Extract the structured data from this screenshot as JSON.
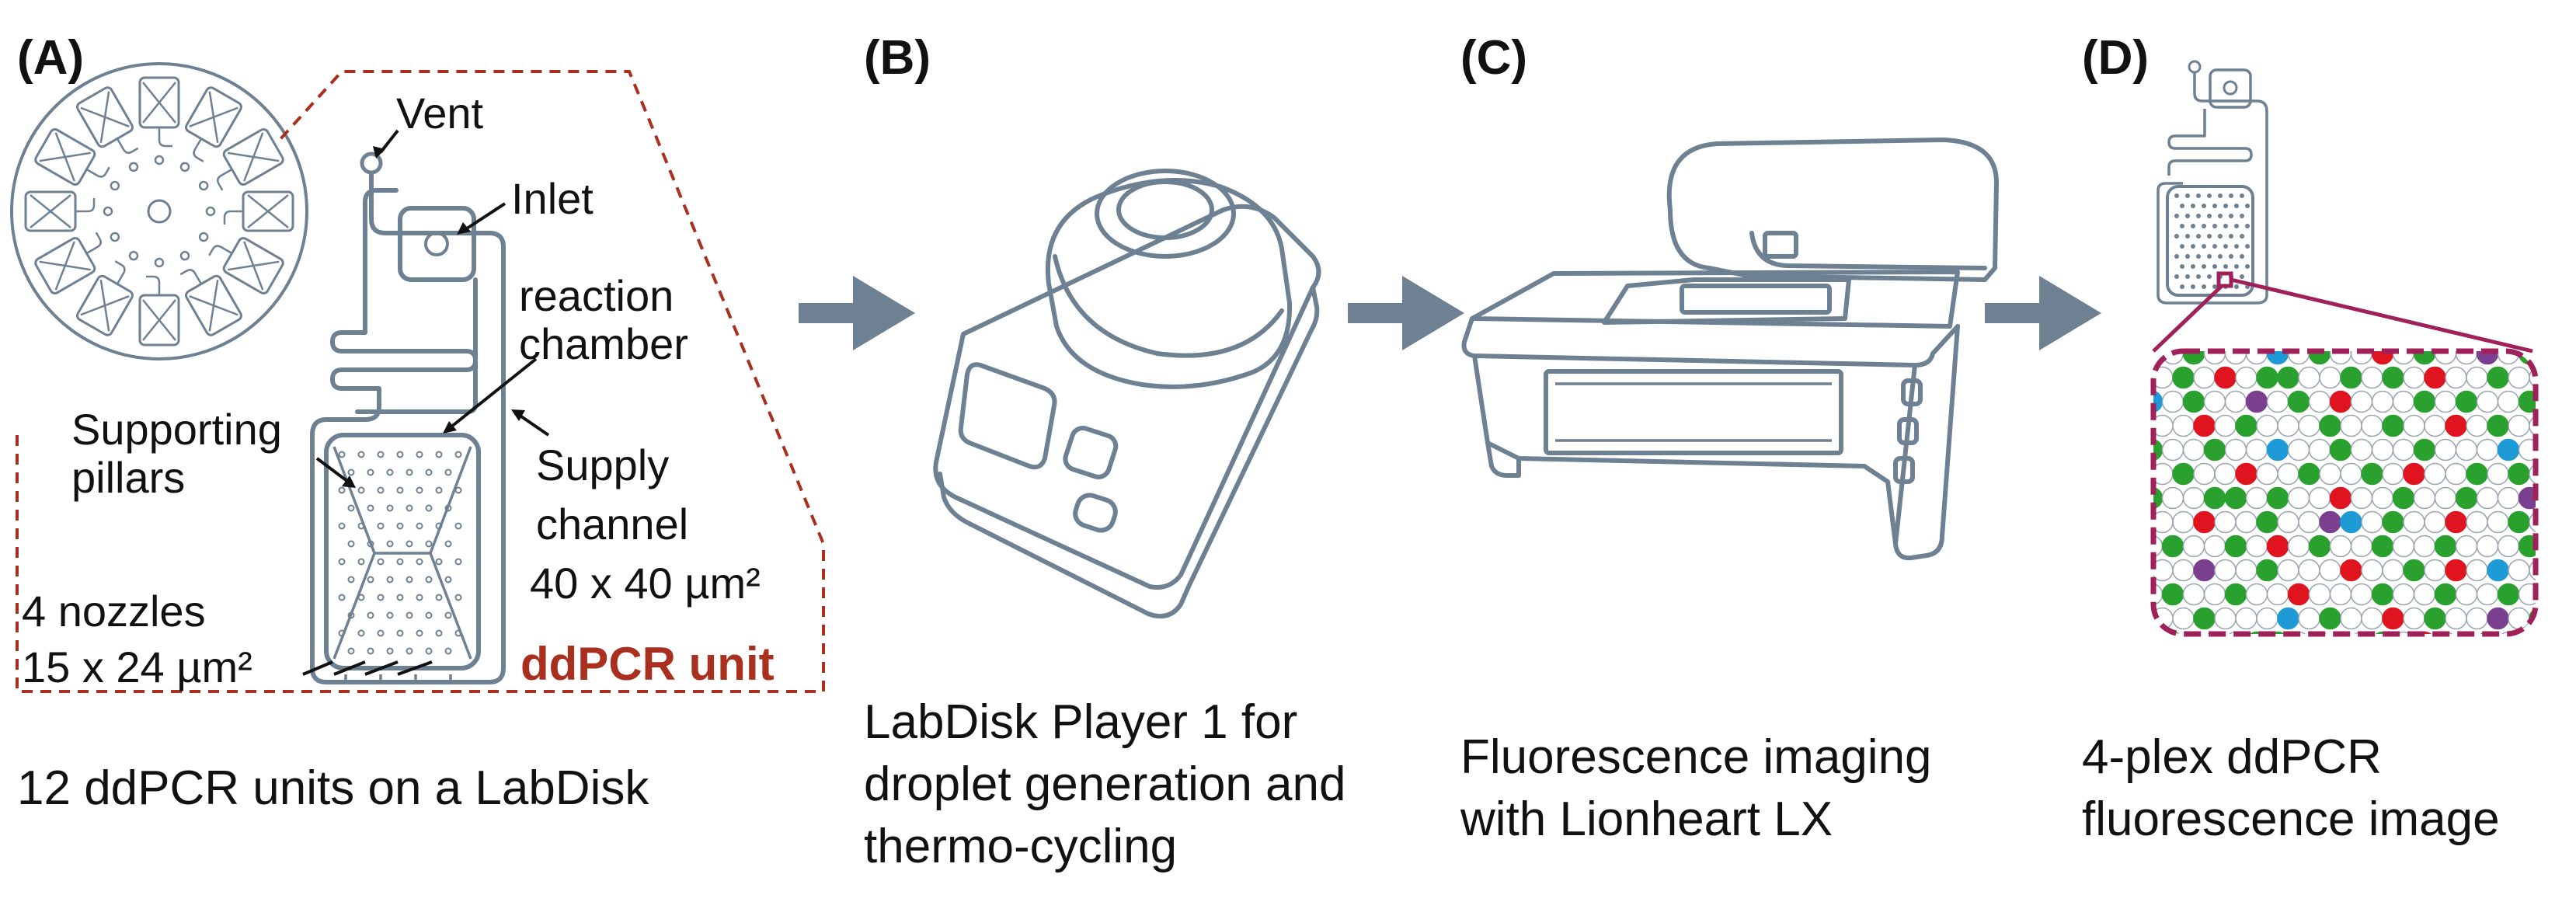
{
  "panels": {
    "a": {
      "letter": "(A)",
      "caption": "12 ddPCR units on a LabDisk",
      "labels": {
        "vent": "Vent",
        "inlet": "Inlet",
        "reaction_1": "reaction",
        "reaction_2": "chamber",
        "supporting_1": "Supporting",
        "supporting_2": "pillars",
        "supply_1": "Supply",
        "supply_2": "channel",
        "supply_3": "40 x 40 µm²",
        "nozzles_1": "4 nozzles",
        "nozzles_2": "15 x 24 µm²",
        "unit": "ddPCR unit"
      },
      "units_on_disk": 12
    },
    "b": {
      "letter": "(B)",
      "caption_1": "LabDisk Player 1 for",
      "caption_2": "droplet generation and",
      "caption_3": "thermo-cycling"
    },
    "c": {
      "letter": "(C)",
      "caption_1": "Fluorescence imaging",
      "caption_2": "with Lionheart LX"
    },
    "d": {
      "letter": "(D)",
      "caption_1": "4-plex ddPCR",
      "caption_2": "fluorescence image"
    }
  },
  "colors": {
    "device_gray": "#6e8193",
    "arrow_gray": "#6e8193",
    "accent_red": "#a9301f",
    "zoom_magenta": "#a0205a",
    "droplet_green": "#2aa12e",
    "droplet_red": "#e0141e",
    "droplet_blue": "#1e9ad6",
    "droplet_purple": "#7a3f8f"
  },
  "icons": [
    "labdisk-icon",
    "ddpcr-unit-icon",
    "labdisk-player-icon",
    "lionheart-imager-icon",
    "droplet-image-icon",
    "flow-arrow-icon"
  ]
}
